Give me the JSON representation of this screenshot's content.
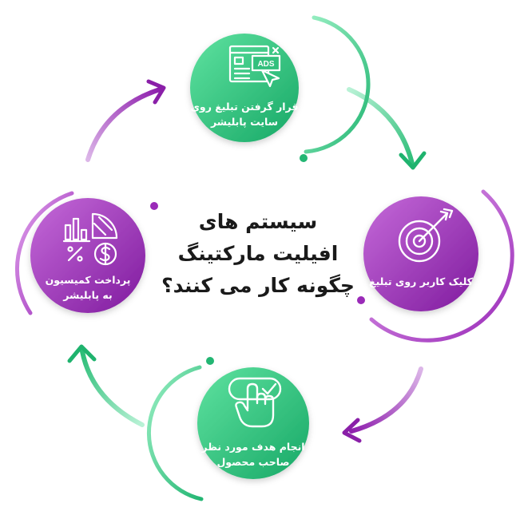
{
  "title_lines": [
    "سیستم های",
    "افیلیت مارکتینگ",
    "چگونه کار می کنند؟"
  ],
  "nodes": {
    "top": {
      "lines": [
        "قرار گرفتن تبلیغ روی",
        "سایت پابلیشر"
      ],
      "icon": "ads-webpage-icon"
    },
    "right": {
      "lines": [
        "کلیک کاربر روی تبلیغ"
      ],
      "icon": "target-icon"
    },
    "bottom": {
      "lines": [
        "انجام هدف مورد نظر",
        "صاحب محصول"
      ],
      "icon": "hand-click-icon"
    },
    "left": {
      "lines": [
        "پرداخت کمیسیون",
        "به پابلیشر"
      ],
      "icon": "commission-chart-icon"
    }
  },
  "icon_text": {
    "ads": "ADS"
  },
  "colors": {
    "green_light": "#6ee6a6",
    "green_dark": "#1fb36e",
    "purple_light": "#c76ddd",
    "purple_dark": "#8a1fa8"
  }
}
